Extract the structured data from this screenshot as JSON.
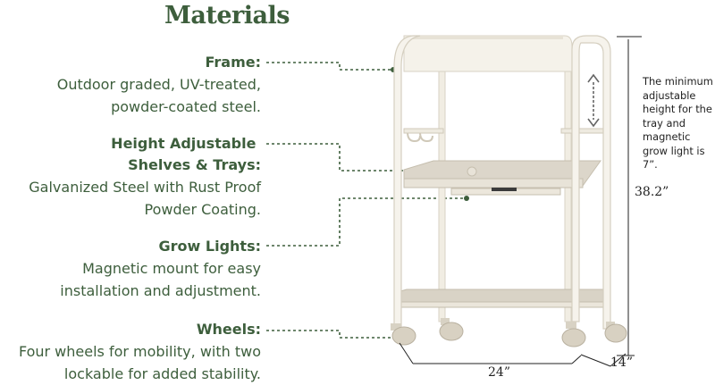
{
  "title": "Materials",
  "sections": [
    {
      "heading": "Frame:",
      "body": [
        "Outdoor graded, UV-treated,",
        "powder-coated steel."
      ]
    },
    {
      "heading": "Height Adjustable ",
      "heading2": "Shelves & Trays:",
      "body": [
        "Galvanized Steel with Rust Proof",
        "Powder Coating."
      ]
    },
    {
      "heading": "Grow Lights:",
      "body": [
        "Magnetic mount for easy",
        "installation and adjustment."
      ]
    },
    {
      "heading": "Wheels:",
      "body": [
        "Four wheels for mobility, with two",
        "lockable for added stability."
      ]
    }
  ],
  "note": [
    "The minimum",
    "adjustable",
    "height for the",
    "tray and",
    "magnetic",
    "grow light is 7”."
  ],
  "dimensions": {
    "height": "38.2”",
    "width": "24”",
    "depth": "14”"
  },
  "colors": {
    "accent": "#3d5e3c",
    "frame": "#f4f1e8",
    "tray": "#d9d3c6"
  }
}
